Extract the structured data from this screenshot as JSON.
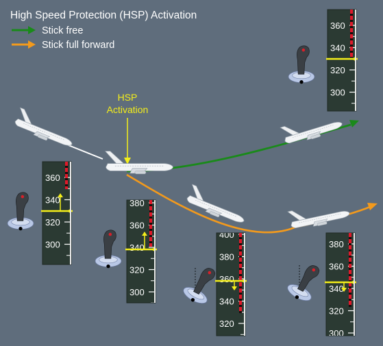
{
  "title": "High Speed Protection (HSP) Activation",
  "legend": [
    {
      "label": "Stick free",
      "color": "#1a8a1a"
    },
    {
      "label": "Stick full forward",
      "color": "#f39a1c"
    }
  ],
  "annotation": {
    "line1": "HSP",
    "line2": "Activation",
    "color": "#f5ef1a"
  },
  "colors": {
    "background": "#5f6d7c",
    "tape": "#2b3a33",
    "speed_bug": "#f5ef1a",
    "overspeed": "#e0192a"
  },
  "tapes": [
    {
      "id": "tape-top-right",
      "labels": [
        "360",
        "340",
        "320",
        "300"
      ]
    },
    {
      "id": "tape-left",
      "labels": [
        "360",
        "340",
        "320",
        "300"
      ]
    },
    {
      "id": "tape-center-left",
      "labels": [
        "380",
        "360",
        "340",
        "320",
        "300"
      ]
    },
    {
      "id": "tape-center",
      "labels": [
        "400",
        "380",
        "360",
        "340",
        "320"
      ]
    },
    {
      "id": "tape-right",
      "labels": [
        "380",
        "360",
        "340",
        "320",
        "300"
      ]
    }
  ],
  "icons": [
    "airplane-icon",
    "sidestick-icon"
  ]
}
